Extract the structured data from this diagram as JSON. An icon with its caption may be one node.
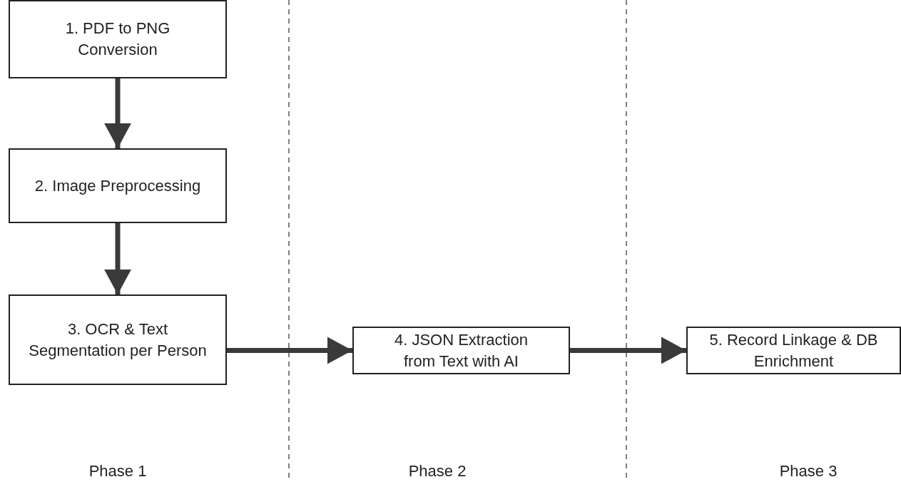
{
  "diagram": {
    "nodes": [
      {
        "text": [
          "1. PDF to PNG Conversion"
        ]
      },
      {
        "text": [
          "2. Image Preprocessing"
        ]
      },
      {
        "text": [
          "3. OCR & Text Segmentation per Person"
        ]
      },
      {
        "text": [
          "4.  JSON Extraction from Text with AI"
        ]
      },
      {
        "text": [
          "5. Record Linkage & DB Enrichment"
        ]
      }
    ],
    "edges": [
      {
        "from": 0,
        "to": 1,
        "arrow": "to"
      },
      {
        "from": 1,
        "to": 2,
        "arrow": "to"
      },
      {
        "from": 2,
        "to": 3,
        "arrow": "to"
      },
      {
        "from": 3,
        "to": 4,
        "arrow": "to"
      }
    ],
    "labels": [
      "Phase 1",
      "Phase 2",
      "Phase 3"
    ]
  }
}
